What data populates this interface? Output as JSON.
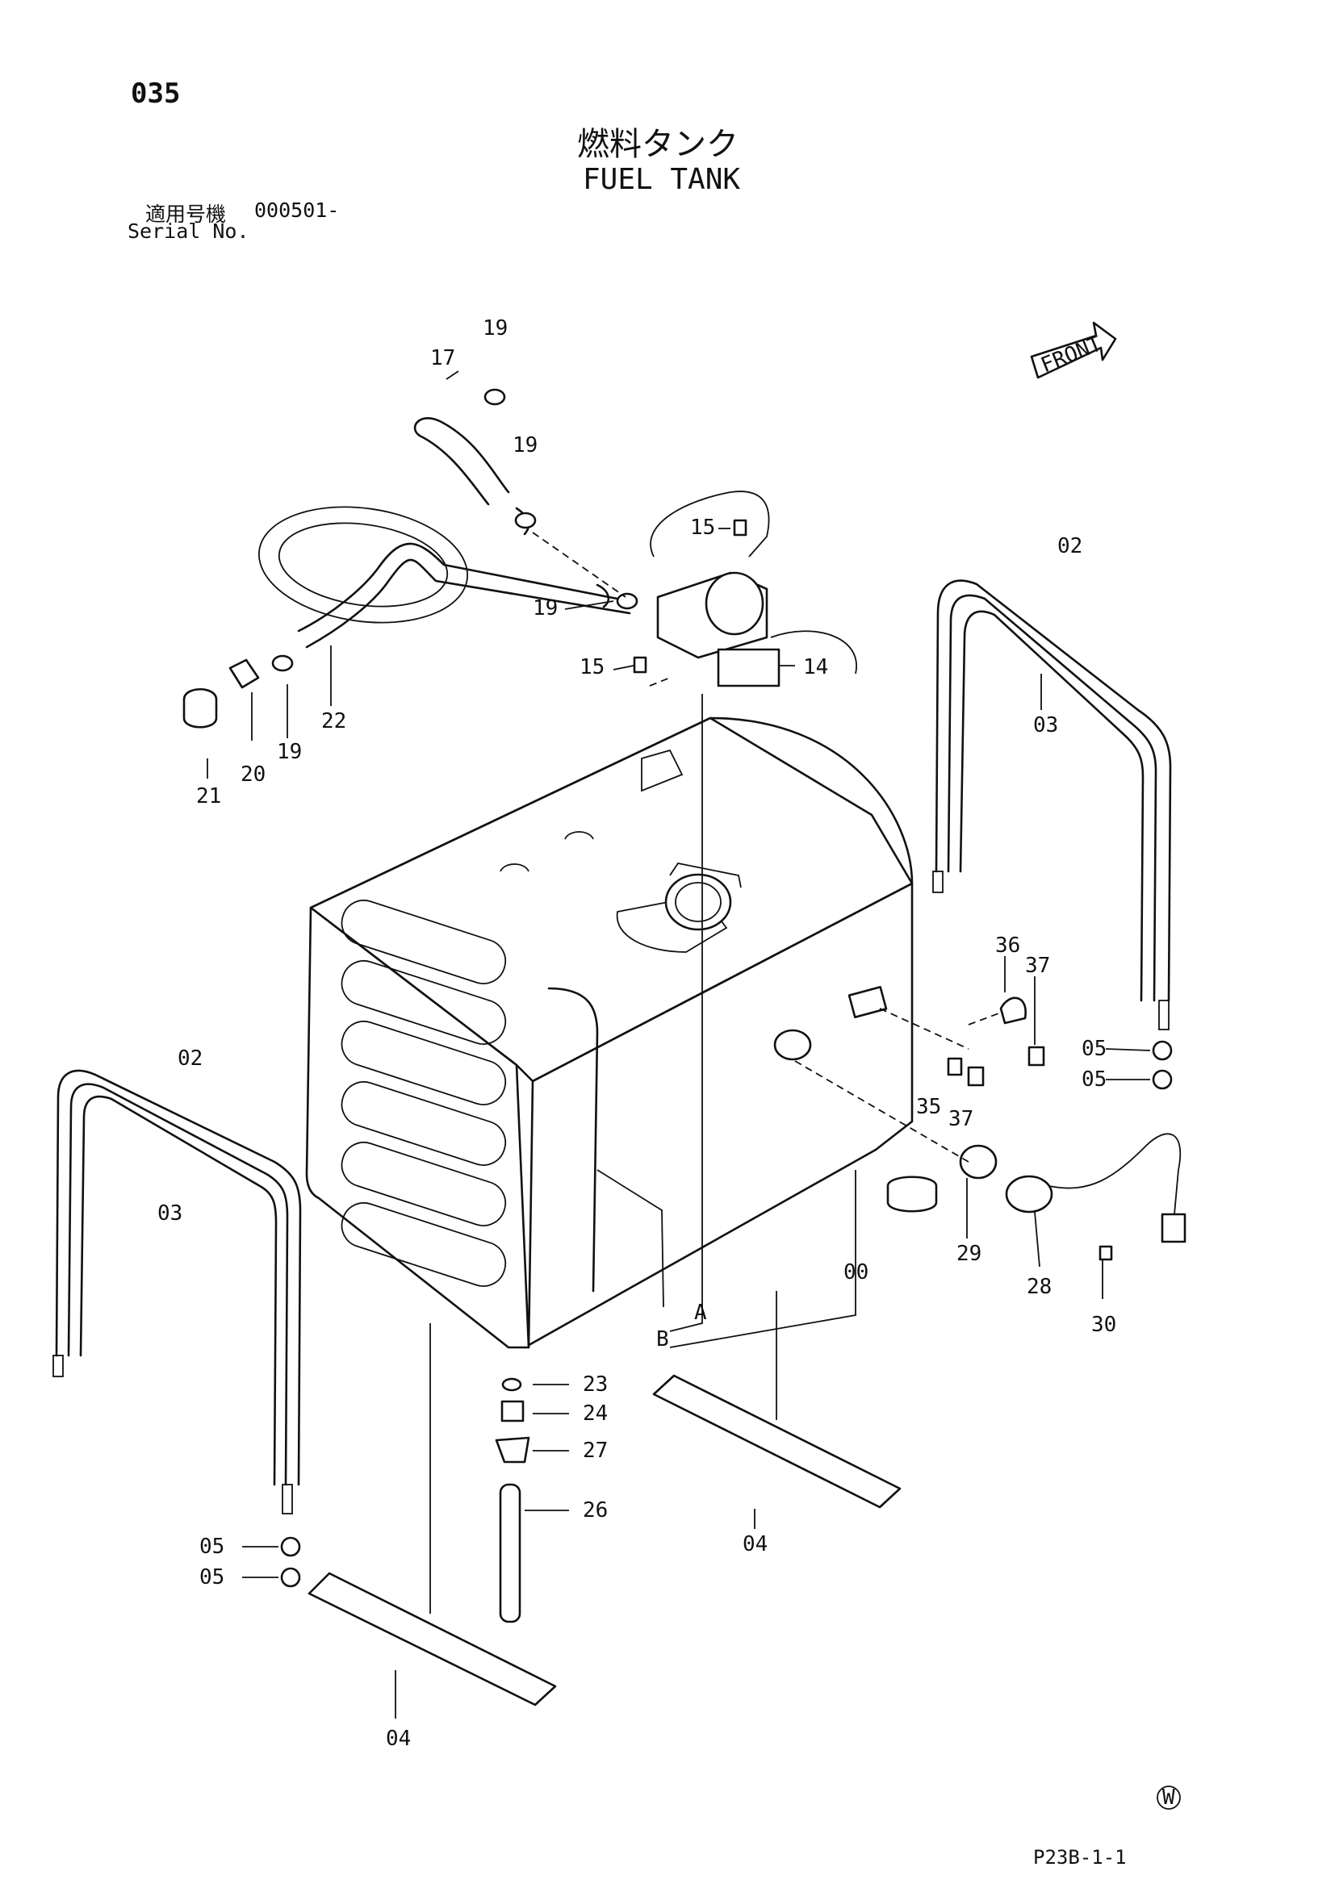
{
  "header": {
    "page_number": "035",
    "title_jp": "燃料タンク",
    "title_en": "FUEL TANK",
    "serial_label_jp": "適用号機",
    "serial_value": "000501-",
    "serial_label_en": "Serial No."
  },
  "front_marker": "FRONT",
  "callouts": [
    {
      "id": "c19a",
      "text": "19"
    },
    {
      "id": "c17",
      "text": "17"
    },
    {
      "id": "c19b",
      "text": "19"
    },
    {
      "id": "c15a",
      "text": "15"
    },
    {
      "id": "c19c",
      "text": "19"
    },
    {
      "id": "c15b",
      "text": "15"
    },
    {
      "id": "c14",
      "text": "14"
    },
    {
      "id": "c22",
      "text": "22"
    },
    {
      "id": "c20",
      "text": "20"
    },
    {
      "id": "c19d",
      "text": "19"
    },
    {
      "id": "c21",
      "text": "21"
    },
    {
      "id": "c02r",
      "text": "02"
    },
    {
      "id": "c03r",
      "text": "03"
    },
    {
      "id": "c36",
      "text": "36"
    },
    {
      "id": "c37a",
      "text": "37"
    },
    {
      "id": "c05a",
      "text": "05"
    },
    {
      "id": "c05b",
      "text": "05"
    },
    {
      "id": "c35",
      "text": "35"
    },
    {
      "id": "c37b",
      "text": "37"
    },
    {
      "id": "c02l",
      "text": "02"
    },
    {
      "id": "c03l",
      "text": "03"
    },
    {
      "id": "c29",
      "text": "29"
    },
    {
      "id": "c28",
      "text": "28"
    },
    {
      "id": "c30",
      "text": "30"
    },
    {
      "id": "c00",
      "text": "00"
    },
    {
      "id": "cA",
      "text": "A"
    },
    {
      "id": "cB",
      "text": "B"
    },
    {
      "id": "c23",
      "text": "23"
    },
    {
      "id": "c24",
      "text": "24"
    },
    {
      "id": "c27",
      "text": "27"
    },
    {
      "id": "c26",
      "text": "26"
    },
    {
      "id": "c04r",
      "text": "04"
    },
    {
      "id": "c05c",
      "text": "05"
    },
    {
      "id": "c05d",
      "text": "05"
    },
    {
      "id": "c04l",
      "text": "04"
    }
  ],
  "footer": {
    "maker_mark": "W",
    "drawing_code": "P23B-1-1"
  }
}
